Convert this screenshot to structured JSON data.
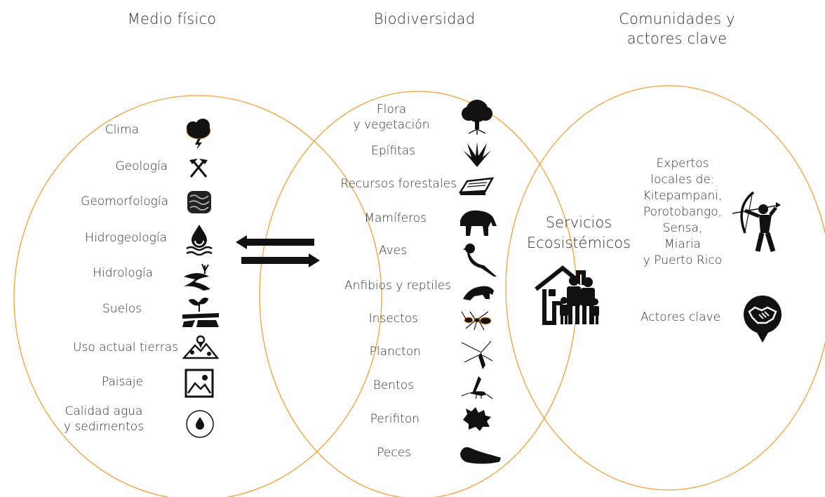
{
  "titles": {
    "physical": "Medio físico",
    "biodiversity": "Biodiversidad",
    "communities_line1": "Comunidades y",
    "communities_line2": "actores clave"
  },
  "accent_color": "#f2a23a",
  "physical_items": [
    {
      "label": "Clima",
      "icon": "storm-cloud-icon"
    },
    {
      "label": "Geología",
      "icon": "crossed-hammers-icon"
    },
    {
      "label": "Geomorfología",
      "icon": "terrain-texture-icon"
    },
    {
      "label": "Hidrogeología",
      "icon": "water-drop-waves-icon"
    },
    {
      "label": "Hidrología",
      "icon": "river-icon"
    },
    {
      "label": "Suelos",
      "icon": "sprout-soil-icon"
    },
    {
      "label": "Uso actual tierras",
      "icon": "map-pins-icon"
    },
    {
      "label": "Paisaje",
      "icon": "landscape-picture-icon"
    },
    {
      "label_line1": "Calidad agua",
      "label_line2": "y sedimentos",
      "icon": "water-drop-circle-icon"
    }
  ],
  "biodiversity_items": [
    {
      "label_line1": "Flora",
      "label_line2": "y vegetación",
      "icon": "tree-icon"
    },
    {
      "label": "Epífitas",
      "icon": "bromeliad-icon"
    },
    {
      "label": "Recursos forestales",
      "icon": "timber-log-icon"
    },
    {
      "label": "Mamíferos",
      "icon": "tapir-icon"
    },
    {
      "label": "Aves",
      "icon": "parrot-icon"
    },
    {
      "label": "Anfibios y reptiles",
      "icon": "frog-icon"
    },
    {
      "label": "Insectos",
      "icon": "ant-icon"
    },
    {
      "label": "Plancton",
      "icon": "copepod-icon"
    },
    {
      "label": "Bentos",
      "icon": "mayfly-icon"
    },
    {
      "label": "Perifiton",
      "icon": "moss-icon"
    },
    {
      "label": "Peces",
      "icon": "fish-icon"
    }
  ],
  "services": {
    "line1": "Servicios",
    "line2": "Ecosistémicos",
    "icon": "family-house-icon"
  },
  "communities": {
    "experts_lines": [
      "Expertos",
      "locales de:",
      "Kitepampani,",
      "Porotobango,",
      "Sensa,",
      "Miaria",
      "y Puerto Rico"
    ],
    "experts_icon": "archer-icon",
    "key_actors": "Actores clave",
    "key_actors_icon": "handshake-pin-icon"
  },
  "arrows": {
    "left": "arrow-left-icon",
    "right": "arrow-right-icon"
  }
}
